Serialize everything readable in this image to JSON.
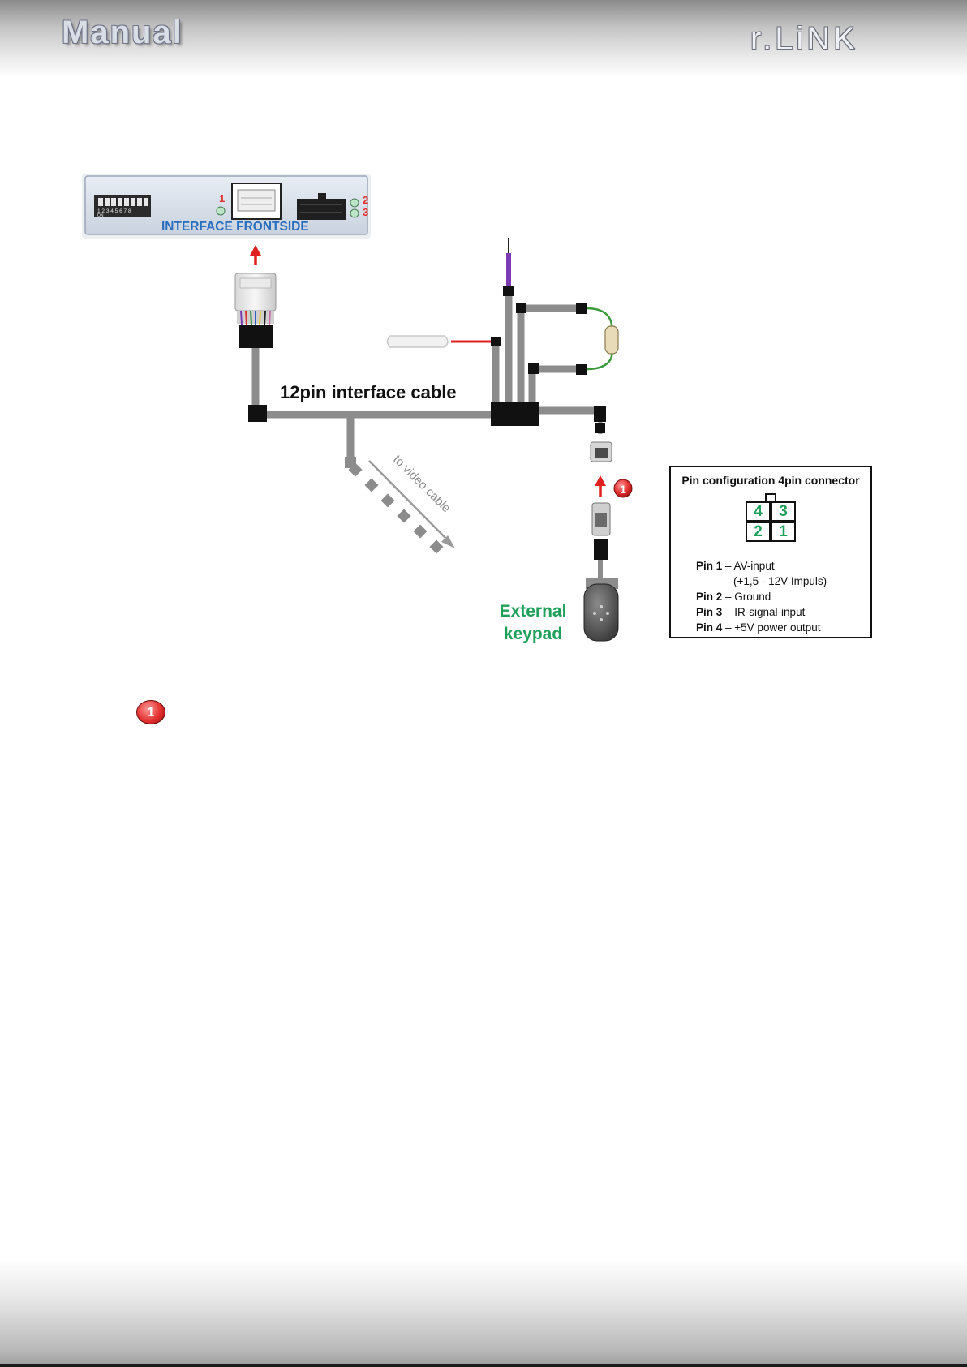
{
  "header": {
    "left_title": "Manual",
    "right_brand": "r.LiNK"
  },
  "interface": {
    "label": "INTERFACE FRONTSIDE",
    "dip_labels": "1 2 3 4 5 6 7 8",
    "dip_on": "ON",
    "led_labels": [
      "1",
      "2",
      "3"
    ]
  },
  "cable": {
    "label": "12pin interface cable",
    "video_branch": "to video cable"
  },
  "keypad": {
    "line1": "External",
    "line2": "keypad"
  },
  "marker": "1",
  "pin_config": {
    "title": "Pin configuration 4pin connector",
    "cells": [
      "4",
      "3",
      "2",
      "1"
    ],
    "pins": [
      {
        "label": "Pin 1",
        "desc": "– AV-input"
      },
      {
        "label": "",
        "desc": "(+1,5 - 12V Impuls)"
      },
      {
        "label": "Pin 2",
        "desc": "– Ground"
      },
      {
        "label": "Pin 3",
        "desc": "– IR-signal-input"
      },
      {
        "label": "Pin 4",
        "desc": "– +5V power output"
      }
    ]
  },
  "note_badge": "1",
  "colors": {
    "accent_green": "#1fa05a",
    "label_blue": "#2a6fbf",
    "marker_red": "#e2302f",
    "wire_gray": "#8c8c8c"
  }
}
